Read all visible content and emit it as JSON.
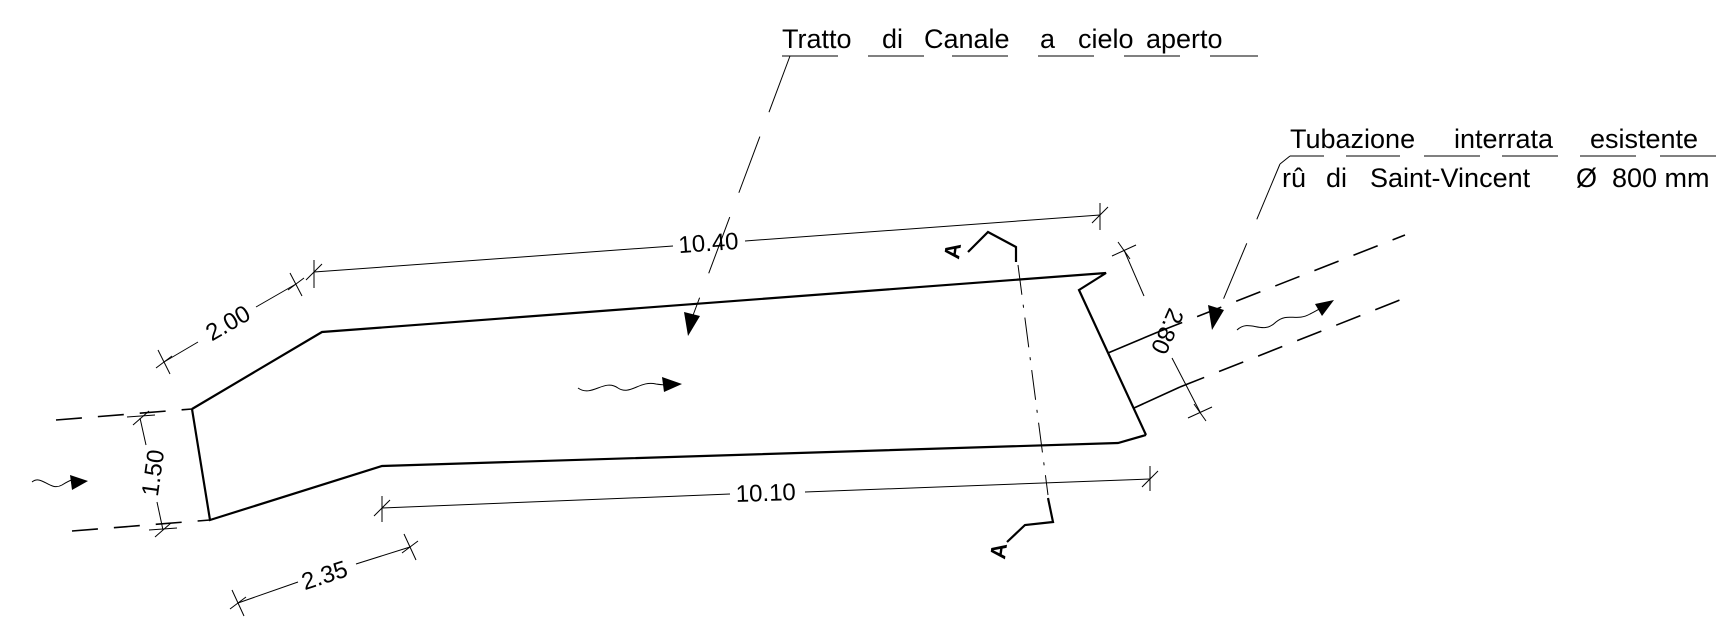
{
  "labels": {
    "canal": [
      "Tratto",
      "di",
      "Canale",
      "a",
      "cielo",
      "aperto"
    ],
    "pipe_line1": [
      "Tubazione",
      "interrata",
      "esistente"
    ],
    "pipe_line2": [
      "rû",
      "di",
      "Saint-Vincent",
      "Ø",
      "800 mm"
    ]
  },
  "dimensions": {
    "top_length": "10.40",
    "bottom_length": "10.10",
    "inlet_top": "2.00",
    "inlet_bottom": "2.35",
    "inlet_width": "1.50",
    "outlet_width": "2.80"
  },
  "section": {
    "top_mark": "A",
    "bottom_mark": "A"
  }
}
